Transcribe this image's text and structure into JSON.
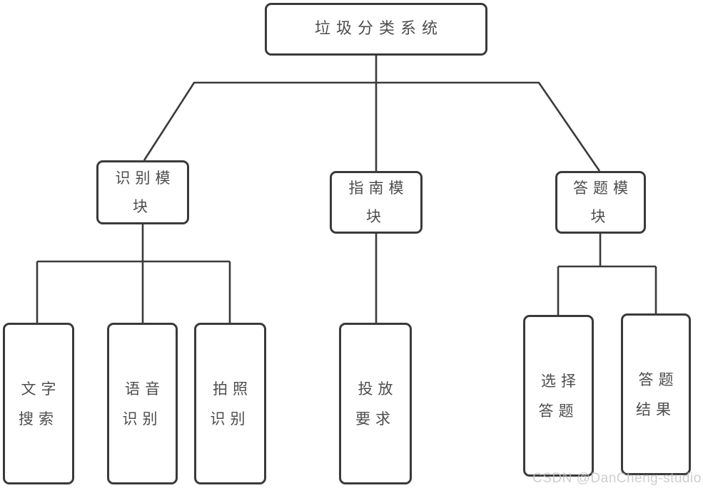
{
  "diagram": {
    "root": {
      "label": "垃圾分类系统"
    },
    "modules": [
      {
        "label": "识别模块"
      },
      {
        "label": "指南模块"
      },
      {
        "label": "答题模块"
      }
    ],
    "leaves": [
      {
        "label": "文字搜索",
        "parent": "识别模块"
      },
      {
        "label": "语音识别",
        "parent": "识别模块"
      },
      {
        "label": "拍照识别",
        "parent": "识别模块"
      },
      {
        "label": "投放要求",
        "parent": "指南模块"
      },
      {
        "label": "选择答题",
        "parent": "答题模块"
      },
      {
        "label": "答题结果",
        "parent": "答题模块"
      }
    ],
    "edges": [
      {
        "from": "垃圾分类系统",
        "to": "识别模块"
      },
      {
        "from": "垃圾分类系统",
        "to": "指南模块"
      },
      {
        "from": "垃圾分类系统",
        "to": "答题模块"
      },
      {
        "from": "识别模块",
        "to": "文字搜索"
      },
      {
        "from": "识别模块",
        "to": "语音识别"
      },
      {
        "from": "识别模块",
        "to": "拍照识别"
      },
      {
        "from": "指南模块",
        "to": "投放要求"
      },
      {
        "from": "答题模块",
        "to": "选择答题"
      },
      {
        "from": "答题模块",
        "to": "答题结果"
      }
    ],
    "watermark": "CSDN @DanCheng-studio",
    "colors": {
      "node_border": "#3a3a3a",
      "connector_line": "#3a3a3a",
      "node_text": "#4d4d4d",
      "background": "#ffffff",
      "watermark_text": "#c3c3c3"
    }
  }
}
